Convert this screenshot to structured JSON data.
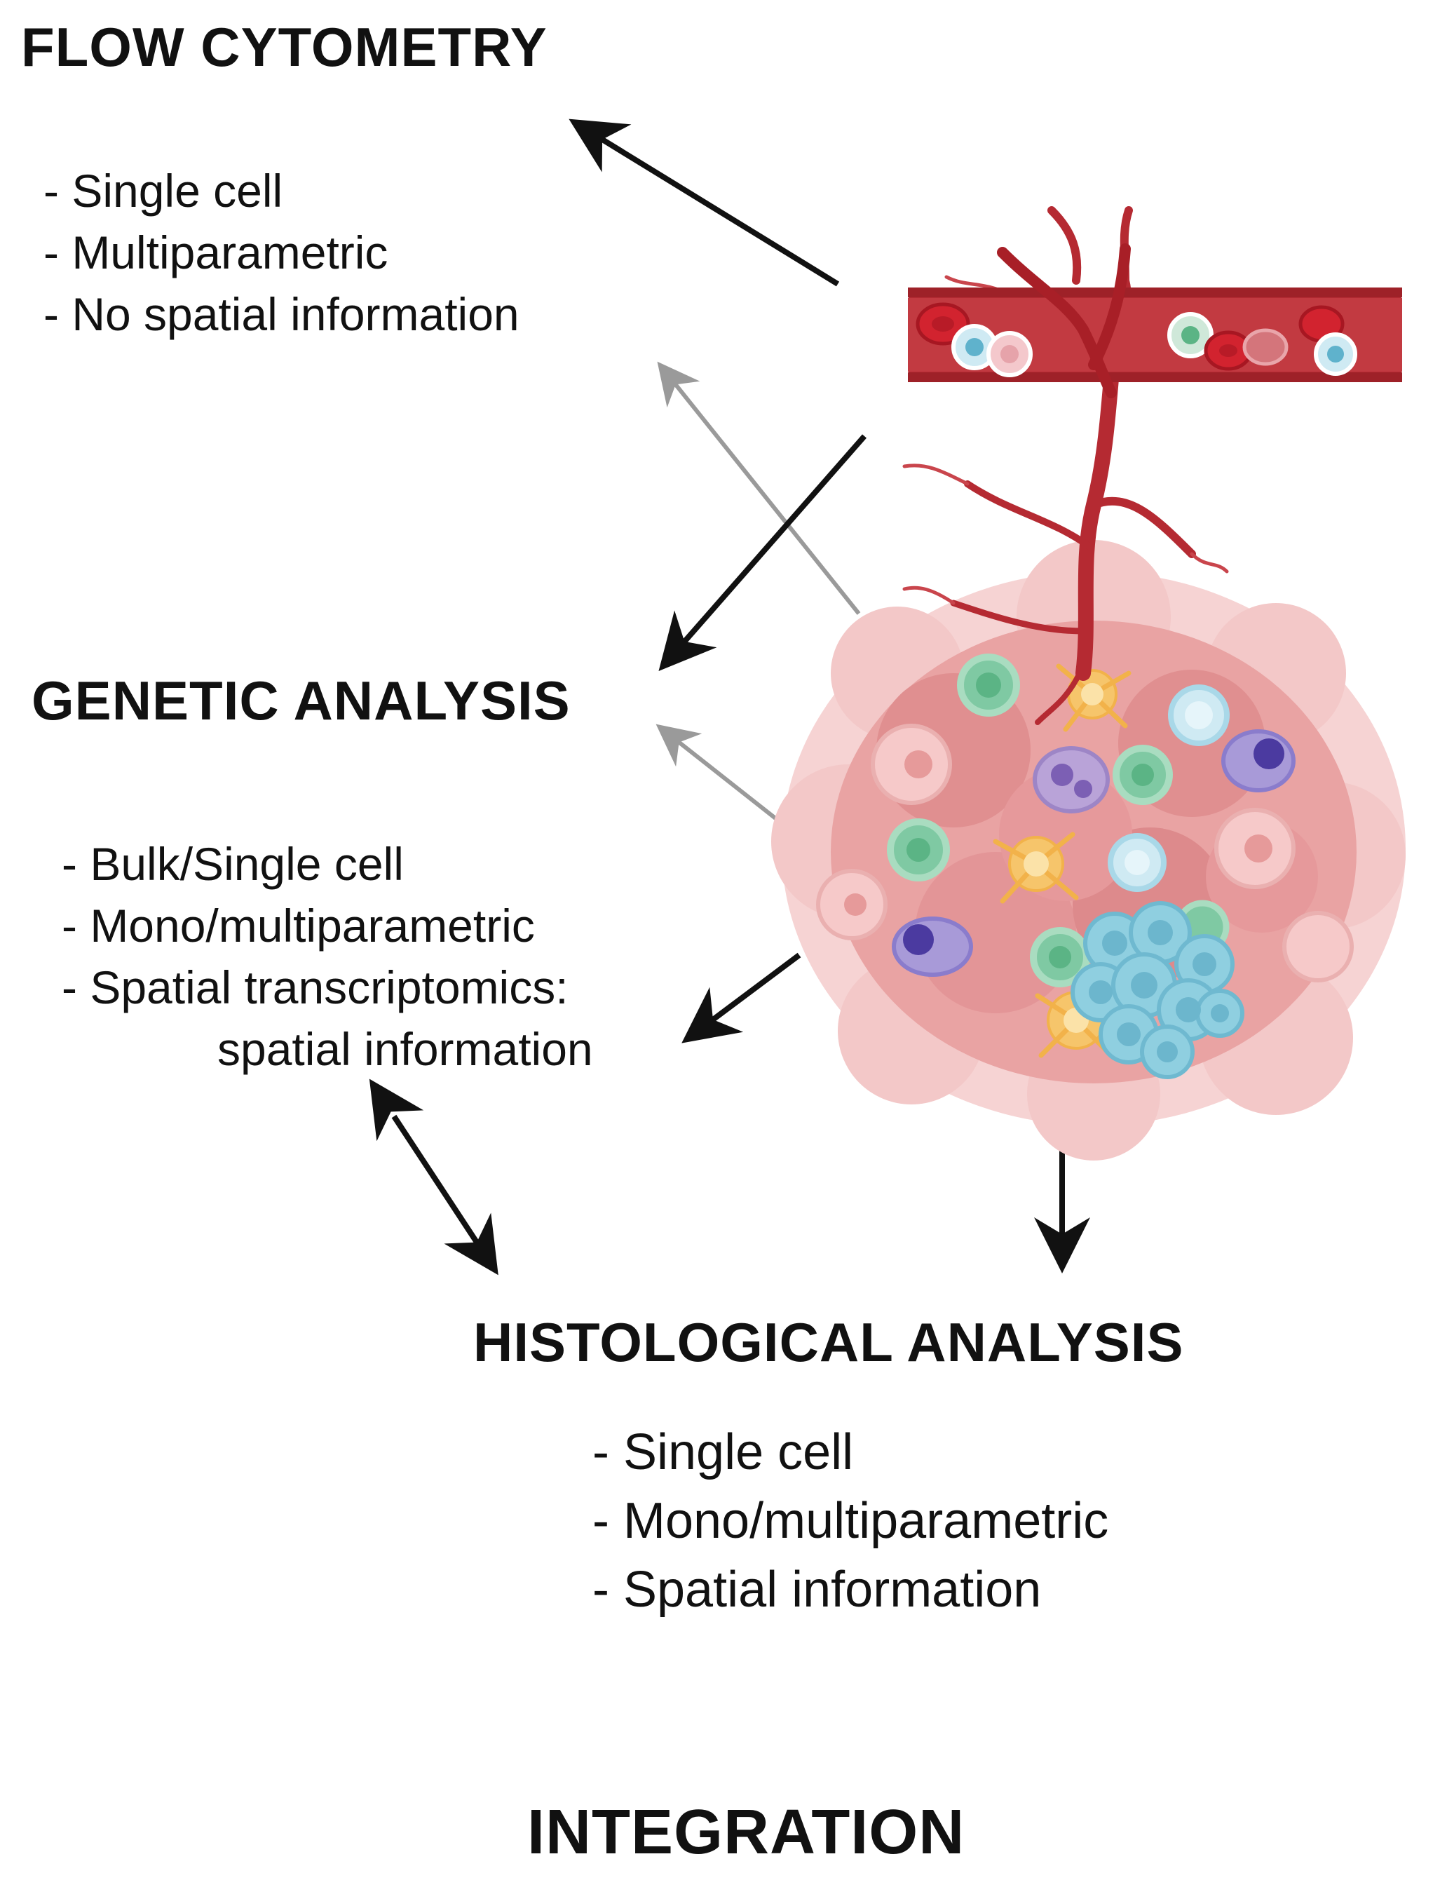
{
  "sections": {
    "flow_cytometry": {
      "title": "FLOW CYTOMETRY",
      "items": [
        "- Single cell",
        "- Multiparametric",
        "- No spatial information"
      ]
    },
    "genetic_analysis": {
      "title": "GENETIC ANALYSIS",
      "items": [
        "- Bulk/Single cell",
        "- Mono/multiparametric",
        "- Spatial transcriptomics:"
      ],
      "item_continuation": "spatial information"
    },
    "histological_analysis": {
      "title": "HISTOLOGICAL ANALYSIS",
      "items": [
        "- Single cell",
        "- Mono/multiparametric",
        "- Spatial information"
      ]
    },
    "integration": {
      "title": "INTEGRATION"
    }
  },
  "colors": {
    "text": "#111111",
    "arrow_black": "#111111",
    "arrow_gray": "#9a9a9a",
    "vessel": "#b52a32",
    "tissue": "#e9a3a3",
    "cell_green": "#7fc9a3",
    "cell_blue": "#8fcfe0",
    "cell_purple": "#6a4fb0",
    "cell_yellow": "#f6c56b"
  },
  "icons": [
    "blood-vessel-icon",
    "tumor-tissue-icon"
  ]
}
